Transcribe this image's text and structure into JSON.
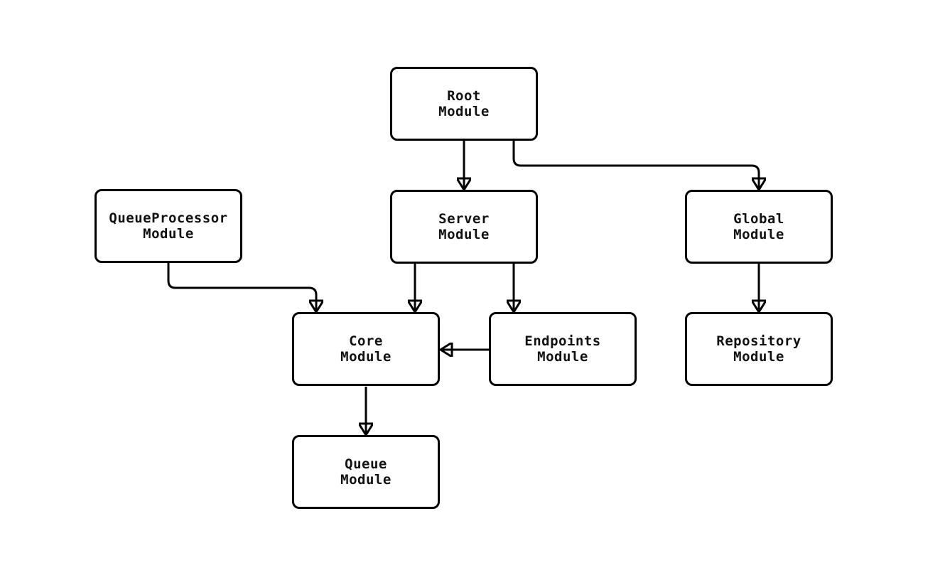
{
  "diagram": {
    "type": "flowchart",
    "direction": "top-down",
    "background_color": "#ffffff",
    "node_fill_color": "#ffffff",
    "node_stroke_color": "#000000",
    "text_color": "#111111",
    "nodes": {
      "root": {
        "label": "Root\nModule"
      },
      "server": {
        "label": "Server\nModule"
      },
      "queueprocessor": {
        "label": "QueueProcessor\nModule"
      },
      "global": {
        "label": "Global\nModule"
      },
      "core": {
        "label": "Core\nModule"
      },
      "endpoints": {
        "label": "Endpoints\nModule"
      },
      "repository": {
        "label": "Repository\nModule"
      },
      "queue": {
        "label": "Queue\nModule"
      }
    },
    "edges": [
      {
        "from": "Root Module",
        "to": "Server Module"
      },
      {
        "from": "Root Module",
        "to": "Global Module"
      },
      {
        "from": "QueueProcessor Module",
        "to": "Core Module"
      },
      {
        "from": "Server Module",
        "to": "Core Module"
      },
      {
        "from": "Server Module",
        "to": "Endpoints Module"
      },
      {
        "from": "Endpoints Module",
        "to": "Core Module"
      },
      {
        "from": "Global Module",
        "to": "Repository Module"
      },
      {
        "from": "Core Module",
        "to": "Queue Module"
      }
    ]
  }
}
